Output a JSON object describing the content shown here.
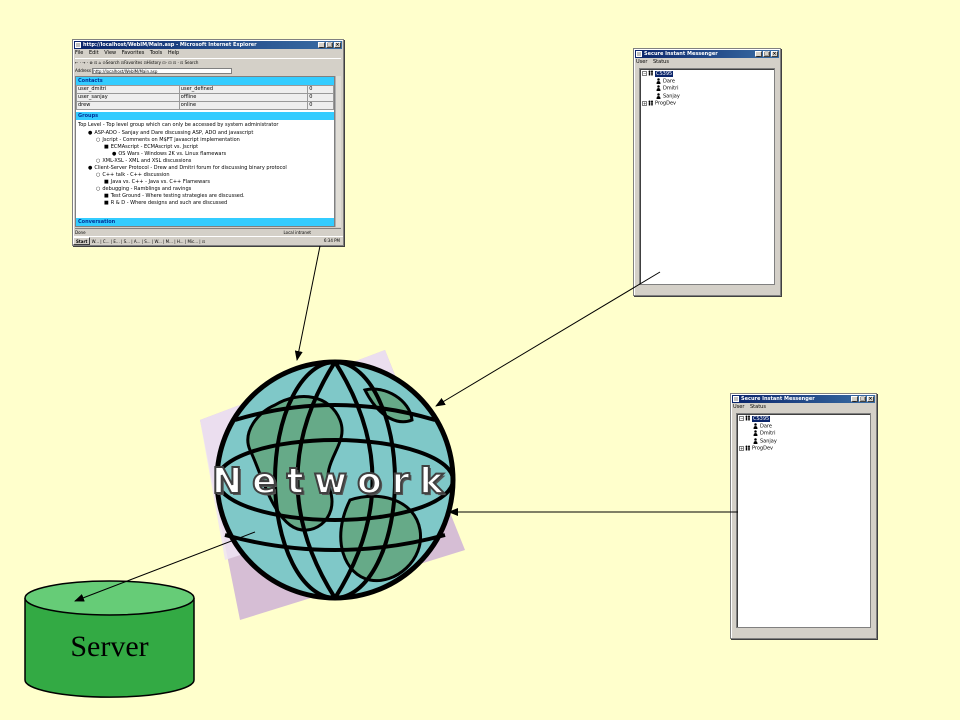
{
  "colors": {
    "background": "#ffffcc",
    "server_fill": "#33aa44",
    "globe_ocean": "#7fc8c8",
    "globe_land": "#66aa88",
    "backdrop_square": "#c8a8d8",
    "titlebar": "#0a246a",
    "section_header": "#33ccff"
  },
  "diagram": {
    "network_label": "Network",
    "server_label": "Server"
  },
  "browser": {
    "title": "http://localhost/WebIM/Main.asp - Microsoft Internet Explorer",
    "menu": [
      "File",
      "Edit",
      "View",
      "Favorites",
      "Tools",
      "Help"
    ],
    "toolbar_text": "← · → · ⊗ ⊡ ⌂ ⊙Search ⊡Favorites ⊡History ⊡· ⊡ ⊡ · ⊡ Search",
    "address_label": "Address",
    "address_value": "http://localhost/WebIM/Main.asp",
    "contacts_header": "Contacts",
    "contacts": [
      {
        "name": "user_dmitri",
        "status": "user_defined",
        "count": "0"
      },
      {
        "name": "user_sanjay",
        "status": "offline",
        "count": "0"
      },
      {
        "name": "drew",
        "status": "online",
        "count": "0"
      }
    ],
    "groups_header": "Groups",
    "groups_desc": "Top Level - Top level group which can only be accessed by system administrator",
    "groups": [
      {
        "level": 1,
        "bullet": "●",
        "text": "ASP-ADO - Sanjay and Dare discussing ASP, ADO and javascript"
      },
      {
        "level": 2,
        "bullet": "○",
        "text": "Jscript - Comments on M$FT javascript implementation"
      },
      {
        "level": 3,
        "bullet": "■",
        "text": "ECMAscript - ECMAscript vs. Jscript"
      },
      {
        "level": 4,
        "bullet": "●",
        "text": "OS Wars - Windows 2K vs. Linux flamewars"
      },
      {
        "level": 2,
        "bullet": "○",
        "text": "XML-XSL - XML and XSL discussions"
      },
      {
        "level": 1,
        "bullet": "●",
        "text": "Client-Server Protocol - Drew and Dmitri forum for discussing binary protocol"
      },
      {
        "level": 2,
        "bullet": "○",
        "text": "C++ talk - C++ discussion"
      },
      {
        "level": 3,
        "bullet": "■",
        "text": "Java vs. C++ - Java vs. C++ Flamewars"
      },
      {
        "level": 2,
        "bullet": "○",
        "text": "debugging - Ramblings and ravings"
      },
      {
        "level": 3,
        "bullet": "■",
        "text": "Test Ground - Where testing strategies are discussed."
      },
      {
        "level": 3,
        "bullet": "■",
        "text": "R & D - Where designs and such are discussed"
      }
    ],
    "conversation_header": "Conversation",
    "status_left": "Done",
    "status_right": "Local intranet",
    "taskbar_start": "Start",
    "taskbar_items": "W... | C... | E... | S... | A... | S... | W... | M... | H... | Mic... | ⊡",
    "clock": "6:34 PM"
  },
  "messenger1": {
    "title": "Secure Instant Messenger",
    "menu": [
      "User",
      "Status"
    ],
    "tree": [
      {
        "kind": "group",
        "expander": "−",
        "label": "CS395",
        "selected": true
      },
      {
        "kind": "user",
        "label": "Dare"
      },
      {
        "kind": "user",
        "label": "Dmitri"
      },
      {
        "kind": "user",
        "label": "Sanjay"
      },
      {
        "kind": "group",
        "expander": "+",
        "label": "ProgDev",
        "selected": false
      }
    ]
  },
  "messenger2": {
    "title": "Secure Instant Messenger",
    "menu": [
      "User",
      "Status"
    ],
    "tree": [
      {
        "kind": "group",
        "expander": "−",
        "label": "CS395",
        "selected": true
      },
      {
        "kind": "user",
        "label": "Dare"
      },
      {
        "kind": "user",
        "label": "Dmitri"
      },
      {
        "kind": "user",
        "label": "Sanjay"
      },
      {
        "kind": "group",
        "expander": "+",
        "label": "ProgDev",
        "selected": false
      }
    ]
  }
}
